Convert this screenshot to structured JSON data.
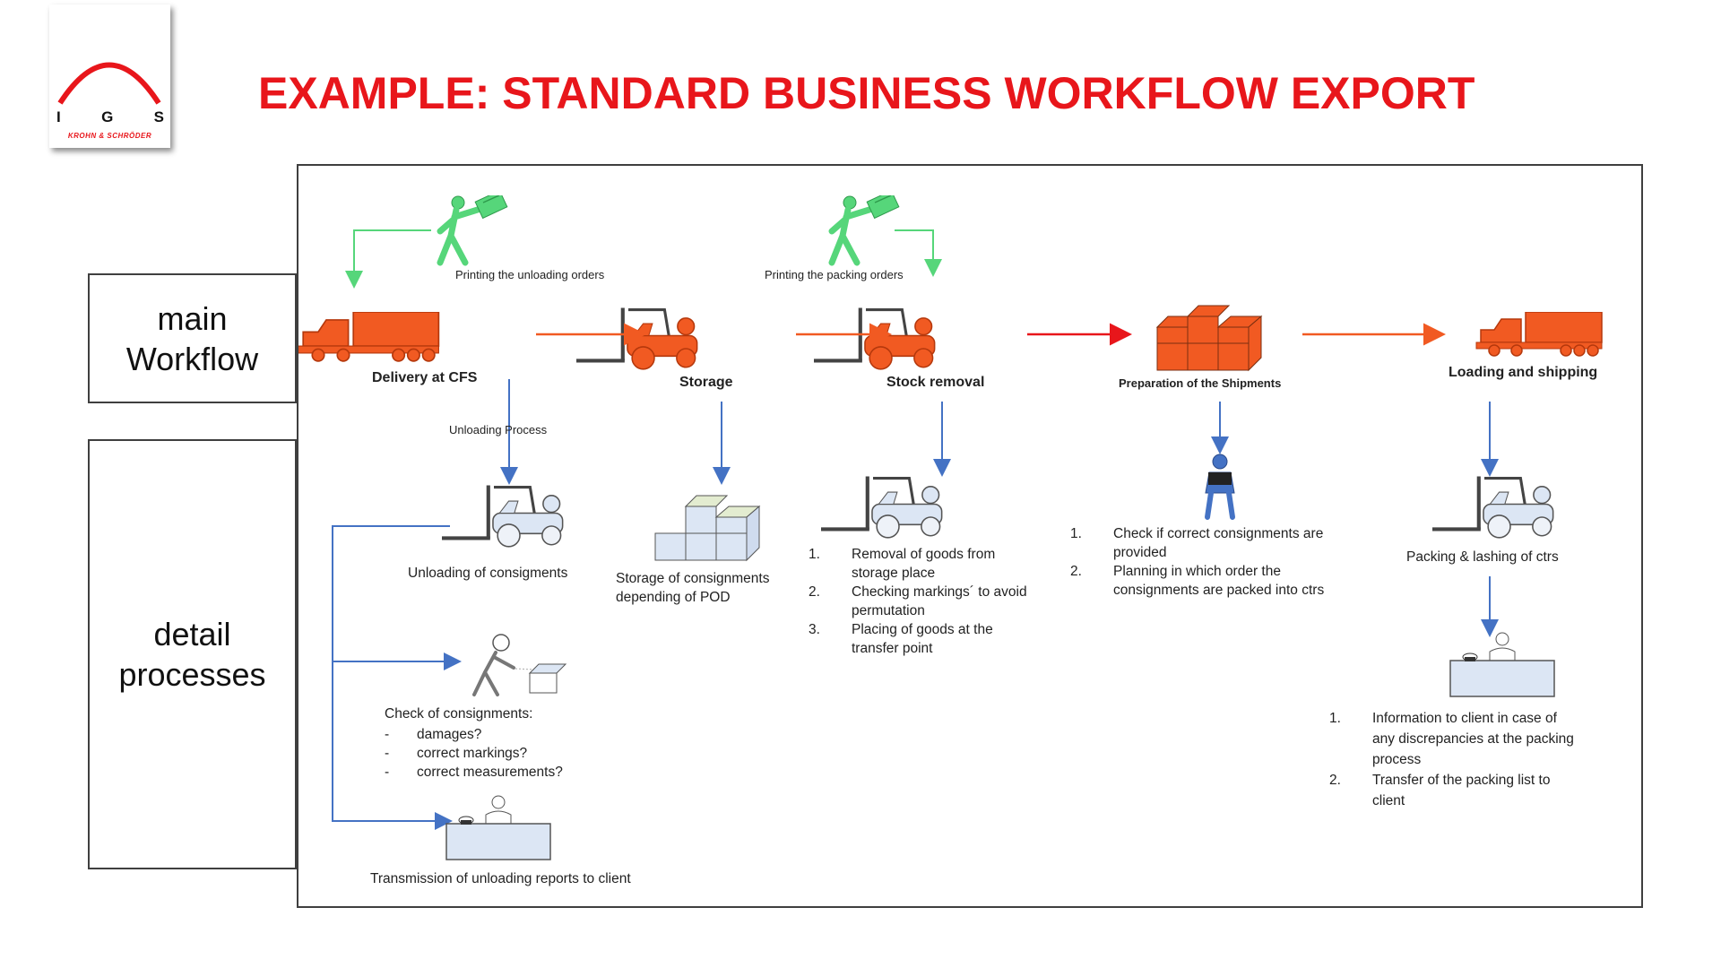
{
  "logo": {
    "letters": [
      "I",
      "G",
      "S"
    ],
    "subtitle": "KROHN & SCHRÖDER"
  },
  "title": "EXAMPLE: STANDARD BUSINESS WORKFLOW EXPORT",
  "side_labels": {
    "main": "main\nWorkflow",
    "detail": "detail\nprocesses"
  },
  "colors": {
    "title": "#e8161b",
    "orange": "#f15a22",
    "blue": "#4472c4",
    "green": "#56d67a",
    "red_arrow": "#e8161b",
    "light_box": "#dce6f4"
  },
  "printing": {
    "unloading": "Printing the unloading orders",
    "packing": "Printing the packing orders"
  },
  "stages": {
    "delivery": "Delivery at CFS",
    "storage": "Storage",
    "stock_removal": "Stock removal",
    "preparation": "Preparation of the Shipments",
    "loading": "Loading and shipping"
  },
  "unloading_process": "Unloading Process",
  "details": {
    "unloading": "Unloading of consigments",
    "storage": "Storage of consignments\ndepending of POD",
    "packing": "Packing & lashing of ctrs",
    "transmission": "Transmission of  unloading reports to client",
    "check_title": "Check of consignments:",
    "check_items": [
      "damages?",
      "correct markings?",
      "correct measurements?"
    ],
    "stock_list": [
      {
        "num": "1.",
        "text": "Removal of goods from\nstorage place"
      },
      {
        "num": "2.",
        "text": "Checking markings´ to avoid\npermutation"
      },
      {
        "num": "3.",
        "text": "Placing  of goods at the\ntransfer point"
      }
    ],
    "preparation_list": [
      {
        "num": "1.",
        "text": "Check if correct consignments are\nprovided"
      },
      {
        "num": "2.",
        "text": "Planning in which order the\nconsignments are packed into ctrs"
      }
    ],
    "loading_list": [
      {
        "num": "1.",
        "text": "Information to client in case  of\nany discrepancies at the packing\nprocess"
      },
      {
        "num": "2.",
        "text": "Transfer of the packing list to\nclient"
      }
    ]
  },
  "icons": [
    "igs-logo-arc",
    "worker-with-order-icon",
    "truck-icon",
    "forklift-icon",
    "boxes-stack-icon",
    "person-icon",
    "desk-with-phone-icon",
    "inspector-with-box-icon"
  ]
}
